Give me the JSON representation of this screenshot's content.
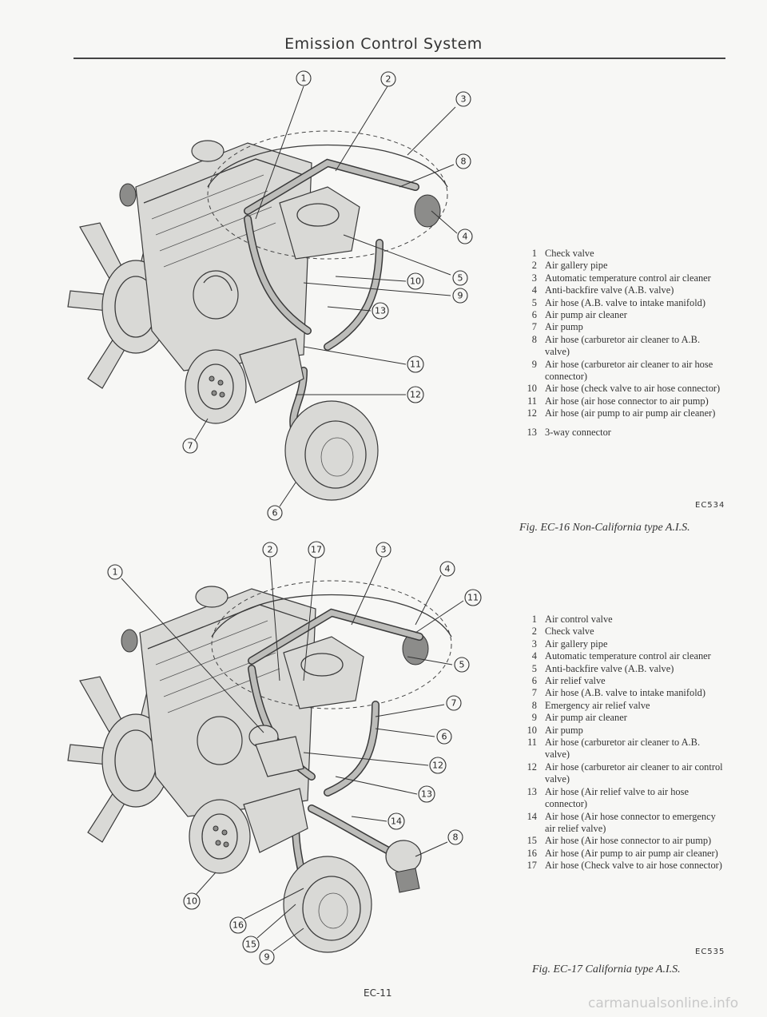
{
  "header": {
    "title": "Emission Control System"
  },
  "figures": [
    {
      "callouts": [
        "1",
        "2",
        "3",
        "8",
        "4",
        "5",
        "9",
        "10",
        "13",
        "11",
        "12",
        "7",
        "6"
      ],
      "legend": [
        {
          "num": "1",
          "text": "Check valve"
        },
        {
          "num": "2",
          "text": "Air gallery pipe"
        },
        {
          "num": "3",
          "text": "Automatic temperature control air cleaner"
        },
        {
          "num": "4",
          "text": "Anti-backfire valve (A.B. valve)"
        },
        {
          "num": "5",
          "text": "Air hose (A.B. valve to intake manifold)"
        },
        {
          "num": "6",
          "text": "Air pump air cleaner"
        },
        {
          "num": "7",
          "text": "Air pump"
        },
        {
          "num": "8",
          "text": "Air hose (carburetor air cleaner to A.B. valve)"
        },
        {
          "num": "9",
          "text": "Air hose (carburetor air cleaner to air hose connector)"
        },
        {
          "num": "10",
          "text": "Air hose (check valve to air hose connector)"
        },
        {
          "num": "11",
          "text": "Air hose (air hose connector to air pump)"
        },
        {
          "num": "12",
          "text": "Air hose (air pump to air pump air cleaner)"
        },
        {
          "num": "13",
          "text": "3-way connector"
        }
      ],
      "code": "EC534",
      "caption": "Fig. EC-16 Non-California type A.I.S."
    },
    {
      "callouts": [
        "1",
        "2",
        "17",
        "3",
        "4",
        "11",
        "5",
        "7",
        "6",
        "12",
        "13",
        "14",
        "8",
        "10",
        "16",
        "15",
        "9"
      ],
      "legend": [
        {
          "num": "1",
          "text": "Air control valve"
        },
        {
          "num": "2",
          "text": "Check valve"
        },
        {
          "num": "3",
          "text": "Air gallery pipe"
        },
        {
          "num": "4",
          "text": "Automatic temperature control air cleaner"
        },
        {
          "num": "5",
          "text": "Anti-backfire valve (A.B. valve)"
        },
        {
          "num": "6",
          "text": "Air relief valve"
        },
        {
          "num": "7",
          "text": "Air hose (A.B. valve to intake manifold)"
        },
        {
          "num": "8",
          "text": "Emergency air relief valve"
        },
        {
          "num": "9",
          "text": "Air pump air cleaner"
        },
        {
          "num": "10",
          "text": "Air pump"
        },
        {
          "num": "11",
          "text": "Air hose (carburetor air cleaner to A.B. valve)"
        },
        {
          "num": "12",
          "text": "Air hose (carburetor air cleaner to air control valve)"
        },
        {
          "num": "13",
          "text": "Air hose (Air relief valve to air hose connector)"
        },
        {
          "num": "14",
          "text": "Air hose (Air hose connector to emergency air relief valve)"
        },
        {
          "num": "15",
          "text": "Air hose (Air hose connector to air pump)"
        },
        {
          "num": "16",
          "text": "Air hose (Air pump to air pump air cleaner)"
        },
        {
          "num": "17",
          "text": "Air hose (Check valve to air hose connector)"
        }
      ],
      "code": "EC535",
      "caption": "Fig. EC-17 California type A.I.S."
    }
  ],
  "page_number": "EC-11",
  "watermark": "carmanualsonline.info"
}
